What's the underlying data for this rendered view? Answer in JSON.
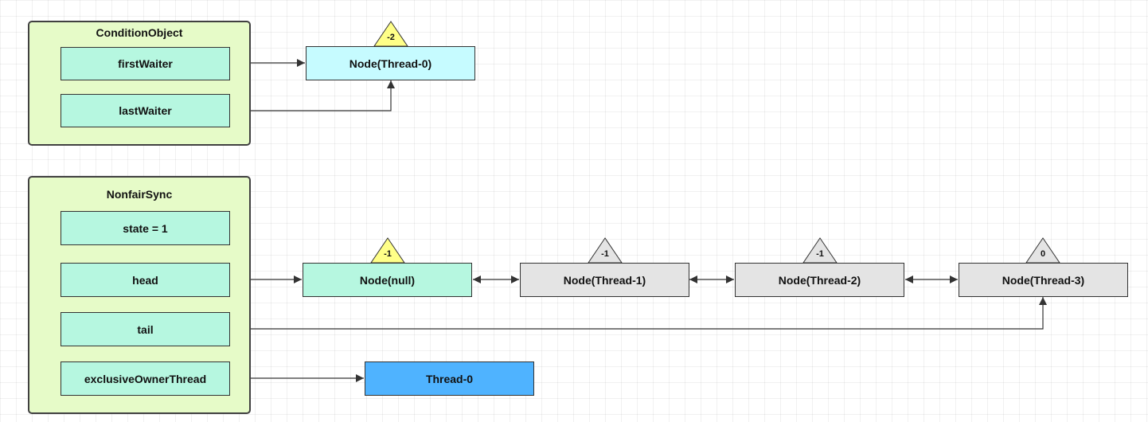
{
  "condition_object": {
    "title": "ConditionObject",
    "first_waiter": "firstWaiter",
    "last_waiter": "lastWaiter"
  },
  "nonfair_sync": {
    "title": "NonfairSync",
    "state": "state = 1",
    "head": "head",
    "tail": "tail",
    "exclusive_owner_thread": "exclusiveOwnerThread"
  },
  "nodes": {
    "condition_node": {
      "label": "Node(Thread-0)",
      "wait_status": "-2"
    },
    "null_node": {
      "label": "Node(null)",
      "wait_status": "-1"
    },
    "thread1_node": {
      "label": "Node(Thread-1)",
      "wait_status": "-1"
    },
    "thread2_node": {
      "label": "Node(Thread-2)",
      "wait_status": "-1"
    },
    "thread3_node": {
      "label": "Node(Thread-3)",
      "wait_status": "0"
    }
  },
  "owner_thread": {
    "label": "Thread-0"
  },
  "colors": {
    "container_fill": "#e6fbc8",
    "field_fill": "#b6f7e0",
    "condition_node_fill": "#c6fbff",
    "gray_node_fill": "#e4e4e4",
    "thread_fill": "#4fb3ff",
    "badge_yellow": "#ffff88",
    "badge_gray": "#e4e4e4"
  }
}
